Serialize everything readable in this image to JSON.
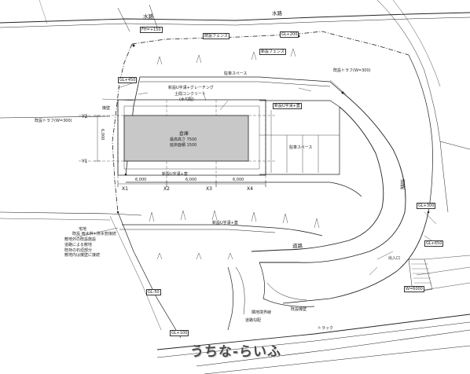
{
  "roads": {
    "waterway_left": "水路",
    "waterway_right": "水路",
    "road_top": "道路",
    "road_main": "道路"
  },
  "building": {
    "name": "倉庫",
    "height": "最高高さ 7500",
    "eaves": "延床面積 1500"
  },
  "labels": {
    "parking_space": "駐車スペース",
    "parking_space_2": "駐車スペース",
    "concrete": "土間コンクリート",
    "concrete_sub": "(水勾配)",
    "grating": "新設U字溝+グレーチング",
    "gutter_top": "新設U字溝+蓋",
    "gutter_bottom": "新設U字溝+蓋",
    "gutter_mid": "新設U字溝+蓋",
    "fence_left": "既設フェンス",
    "fence_top": "新設フェンス",
    "slope_label": "擁壁",
    "neighbor_left": "既設トラフ(W=300)",
    "neighbor_right": "既設トラフ(W=300)",
    "entrance": "出入口",
    "entrance_width": "W=6000",
    "retaining": "既設擁壁",
    "slope_road": "道路勾配",
    "truck_path": "トラック",
    "boundary": "隣地境界線",
    "land_note": "宅地",
    "land_note_2": "既設 雨水桝+排水管接続"
  },
  "notes": {
    "title": "敷地外の既設施設",
    "lines": [
      "道路による敷地",
      "既存の石垣部分",
      "敷地内は擁壁に接続"
    ]
  },
  "grid": {
    "x": [
      "X1",
      "X2",
      "X3",
      "X4"
    ],
    "y": [
      "Y1",
      "Y2"
    ],
    "dim": [
      "6,000",
      "6,000",
      "6,000",
      "6,000"
    ]
  },
  "levels": [
    "FH=+150",
    "GL+200",
    "GL+450",
    "GL+300",
    "GL+650",
    "GL-50",
    "GL+100"
  ],
  "watermark": "うちな-らいふ"
}
